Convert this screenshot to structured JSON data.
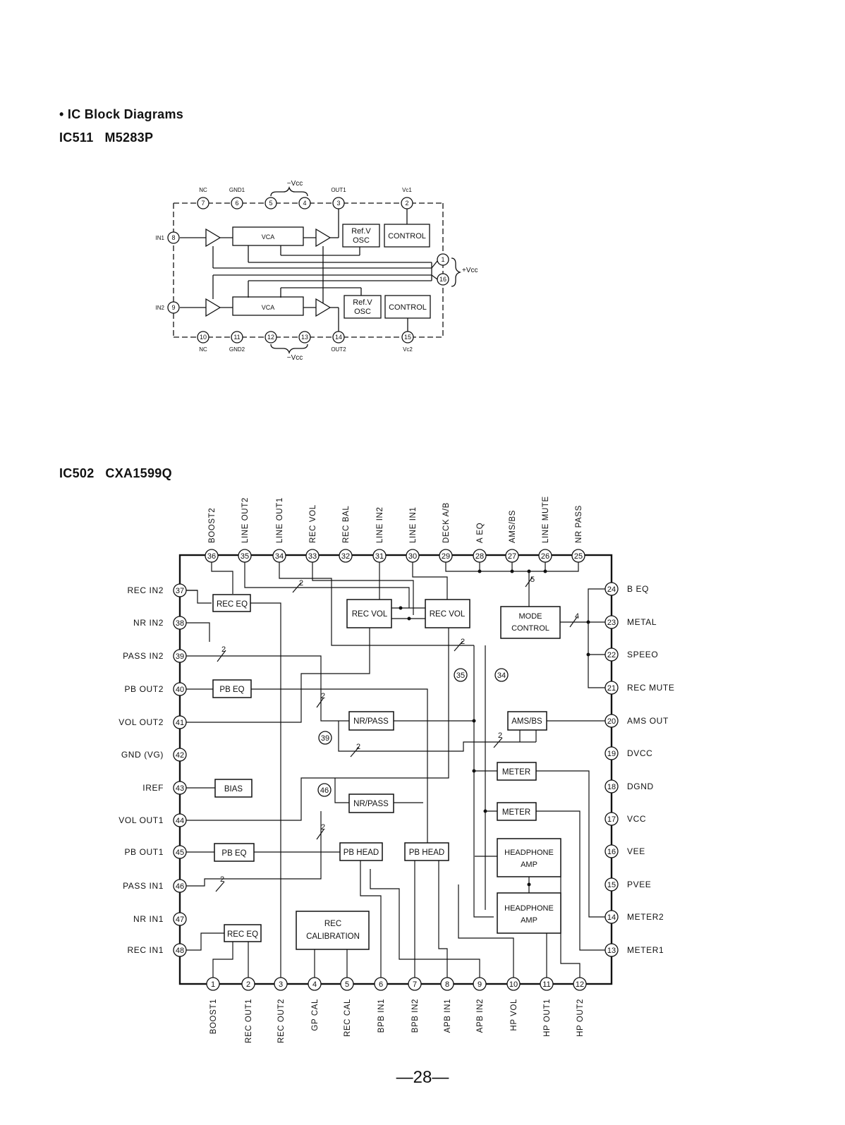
{
  "header": {
    "section_title": "• IC Block Diagrams",
    "ic1_title": "IC511   M5283P",
    "ic2_title": "IC502   CXA1599Q"
  },
  "page_number": "—28—",
  "ic511": {
    "top_pins": [
      {
        "num": "7",
        "label": "NC"
      },
      {
        "num": "6",
        "label": "GND1"
      },
      {
        "num": "5",
        "label": ""
      },
      {
        "num": "4",
        "label": ""
      },
      {
        "num": "3",
        "label": "OUT1"
      },
      {
        "num": "2",
        "label": "Vc1"
      }
    ],
    "bottom_pins": [
      {
        "num": "10",
        "label": "NC"
      },
      {
        "num": "11",
        "label": "GND2"
      },
      {
        "num": "12",
        "label": ""
      },
      {
        "num": "13",
        "label": ""
      },
      {
        "num": "14",
        "label": "OUT2"
      },
      {
        "num": "15",
        "label": "Vc2"
      }
    ],
    "left_pins": [
      {
        "num": "8",
        "label": "IN1"
      },
      {
        "num": "9",
        "label": "IN2"
      }
    ],
    "right_pins": [
      {
        "num": "1"
      },
      {
        "num": "16"
      }
    ],
    "neg_vcc": "−Vcc",
    "pos_vcc": "+Vcc",
    "blocks": {
      "vca": "VCA",
      "refv_line1": "Ref.V",
      "refv_line2": "OSC",
      "control": "CONTROL"
    }
  },
  "ic502": {
    "top_pins": [
      {
        "num": "36",
        "label": "BOOST2"
      },
      {
        "num": "35",
        "label": "LINE OUT2"
      },
      {
        "num": "34",
        "label": "LINE OUT1"
      },
      {
        "num": "33",
        "label": "REC VOL"
      },
      {
        "num": "32",
        "label": "REC BAL"
      },
      {
        "num": "31",
        "label": "LINE IN2"
      },
      {
        "num": "30",
        "label": "LINE IN1"
      },
      {
        "num": "29",
        "label": "DECK A/B"
      },
      {
        "num": "28",
        "label": "A EQ"
      },
      {
        "num": "27",
        "label": "AMS/BS"
      },
      {
        "num": "26",
        "label": "LINE MUTE"
      },
      {
        "num": "25",
        "label": "NR PASS"
      }
    ],
    "bottom_pins": [
      {
        "num": "1",
        "label": "BOOST1"
      },
      {
        "num": "2",
        "label": "REC OUT1"
      },
      {
        "num": "3",
        "label": "REC OUT2"
      },
      {
        "num": "4",
        "label": "GP CAL"
      },
      {
        "num": "5",
        "label": "REC CAL"
      },
      {
        "num": "6",
        "label": "BPB IN1"
      },
      {
        "num": "7",
        "label": "BPB IN2"
      },
      {
        "num": "8",
        "label": "APB IN1"
      },
      {
        "num": "9",
        "label": "APB IN2"
      },
      {
        "num": "10",
        "label": "HP VOL"
      },
      {
        "num": "11",
        "label": "HP OUT1"
      },
      {
        "num": "12",
        "label": "HP OUT2"
      }
    ],
    "left_pins": [
      {
        "num": "37",
        "label": "REC IN2"
      },
      {
        "num": "38",
        "label": "NR IN2"
      },
      {
        "num": "39",
        "label": "PASS IN2"
      },
      {
        "num": "40",
        "label": "PB OUT2"
      },
      {
        "num": "41",
        "label": "VOL OUT2"
      },
      {
        "num": "42",
        "label": "GND (VG)"
      },
      {
        "num": "43",
        "label": "IREF"
      },
      {
        "num": "44",
        "label": "VOL OUT1"
      },
      {
        "num": "45",
        "label": "PB OUT1"
      },
      {
        "num": "46",
        "label": "PASS IN1"
      },
      {
        "num": "47",
        "label": "NR IN1"
      },
      {
        "num": "48",
        "label": "REC IN1"
      }
    ],
    "right_pins": [
      {
        "num": "24",
        "label": "B EQ"
      },
      {
        "num": "23",
        "label": "METAL"
      },
      {
        "num": "22",
        "label": "SPEEO"
      },
      {
        "num": "21",
        "label": "REC MUTE"
      },
      {
        "num": "20",
        "label": "AMS OUT"
      },
      {
        "num": "19",
        "label": "DVCC"
      },
      {
        "num": "18",
        "label": "DGND"
      },
      {
        "num": "17",
        "label": "VCC"
      },
      {
        "num": "16",
        "label": "VEE"
      },
      {
        "num": "15",
        "label": "PVEE"
      },
      {
        "num": "14",
        "label": "METER2"
      },
      {
        "num": "13",
        "label": "METER1"
      }
    ],
    "blocks": {
      "rec_eq": "REC EQ",
      "rec_vol": "REC VOL",
      "mode_ctrl_1": "MODE",
      "mode_ctrl_2": "CONTROL",
      "pb_eq": "PB EQ",
      "nr_pass": "NR/PASS",
      "ams_bs": "AMS/BS",
      "bias": "BIAS",
      "meter": "METER",
      "pb_head": "PB HEAD",
      "hp_amp_1": "HEADPHONE",
      "hp_amp_2": "AMP",
      "rec_cal_1": "REC",
      "rec_cal_2": "CALIBRATION"
    },
    "bus_widths": {
      "w2": "2",
      "w4": "4",
      "w5": "5"
    },
    "inner_marks": [
      "35",
      "34",
      "39",
      "46"
    ]
  }
}
